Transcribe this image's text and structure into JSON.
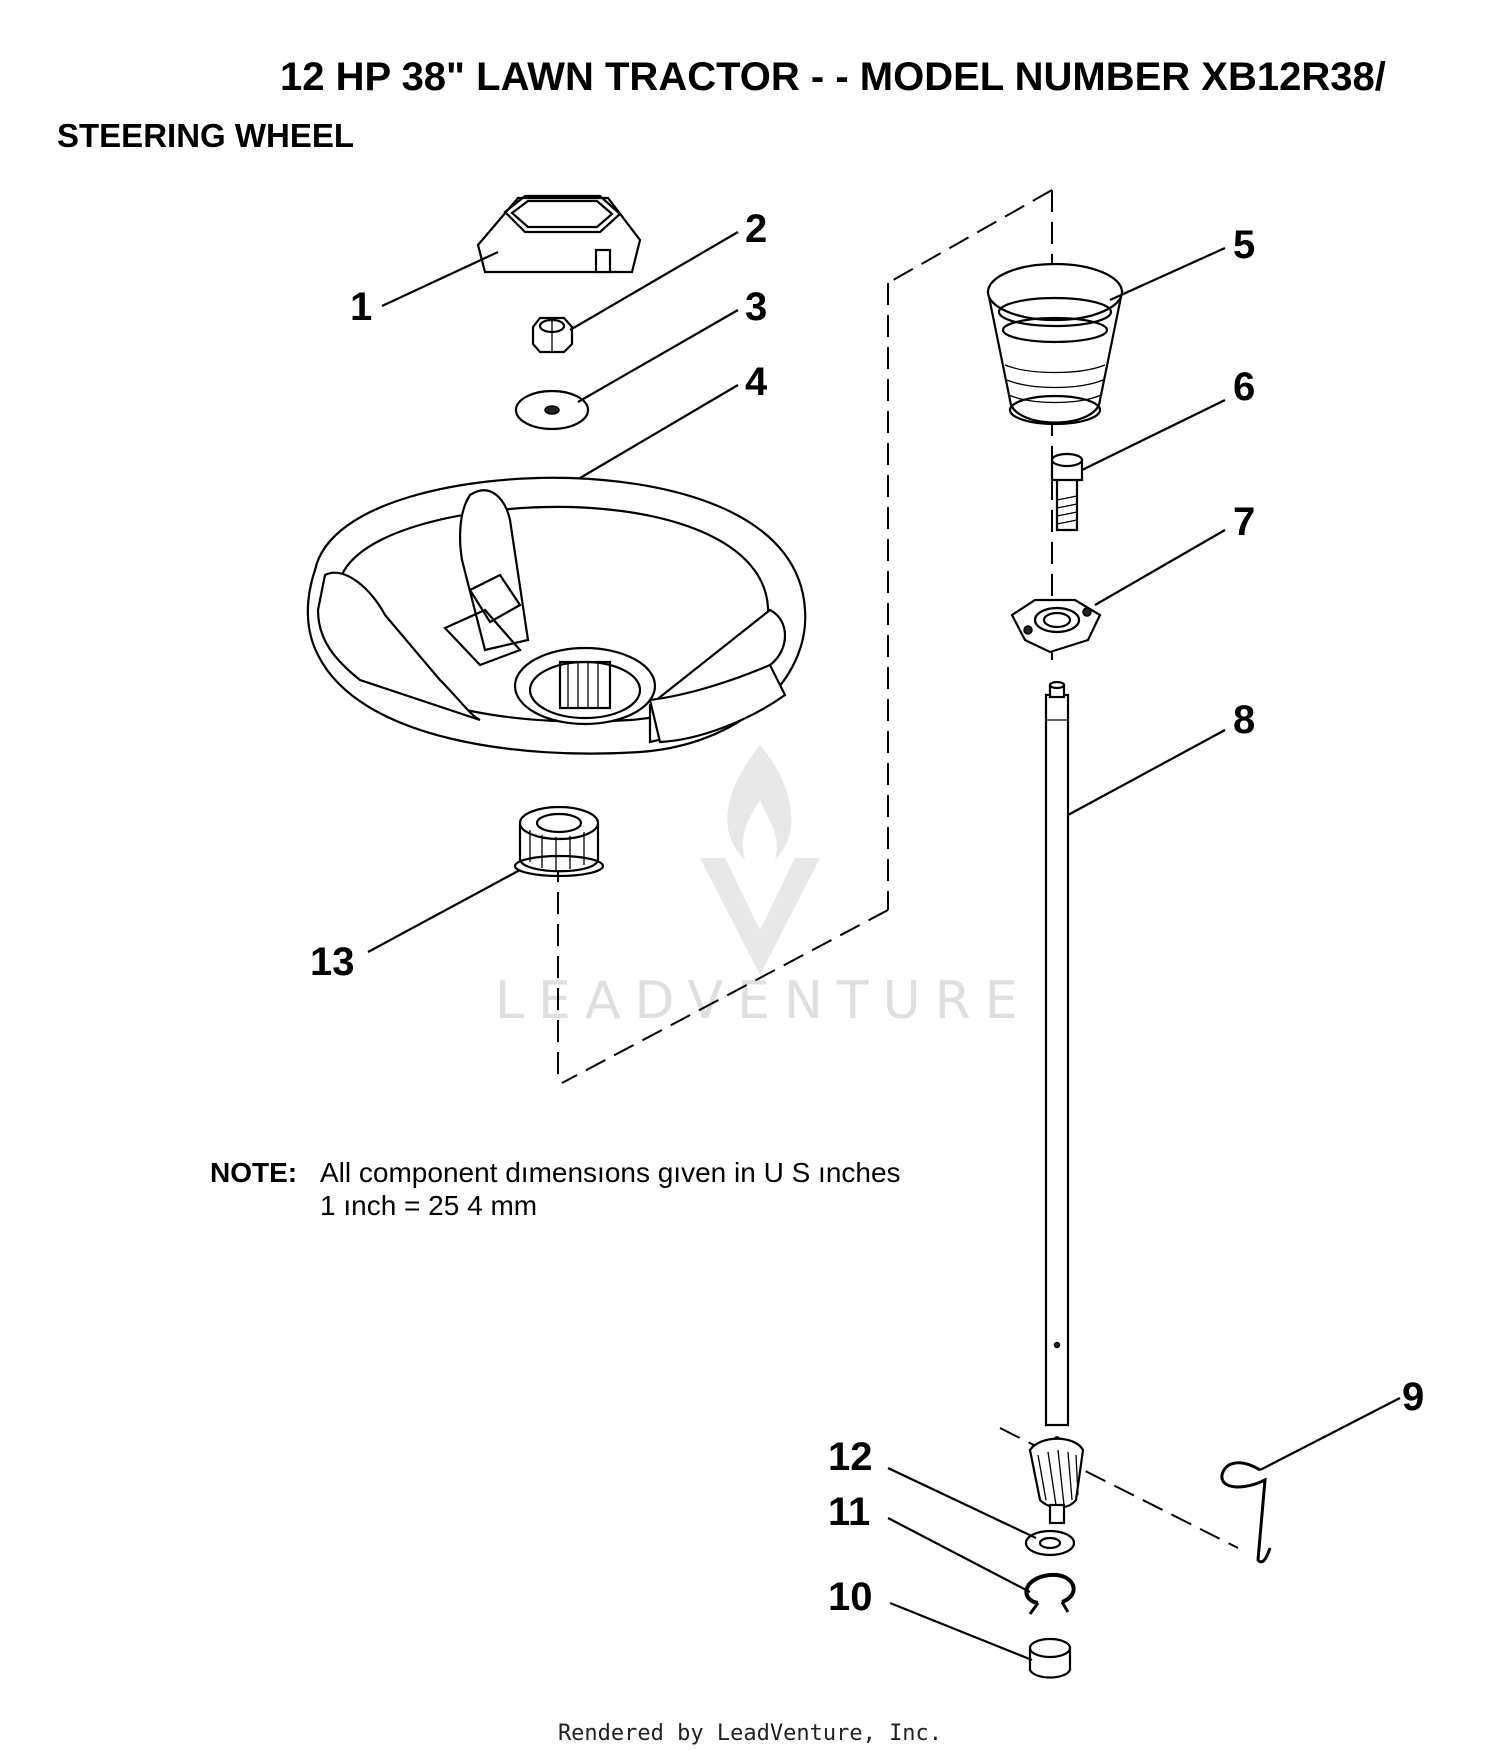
{
  "title": "12 HP 38\" LAWN TRACTOR - - MODEL NUMBER XB12R38/",
  "subtitle": "STEERING WHEEL",
  "callouts": [
    "1",
    "2",
    "3",
    "4",
    "5",
    "6",
    "7",
    "8",
    "9",
    "10",
    "11",
    "12",
    "13"
  ],
  "note": {
    "label": "NOTE:",
    "line1": "All component dımensıons gıven in U S  ınches",
    "line2": "1 ınch = 25 4 mm"
  },
  "watermark": "LEADVENTURE",
  "footer": "Rendered by LeadVenture, Inc."
}
